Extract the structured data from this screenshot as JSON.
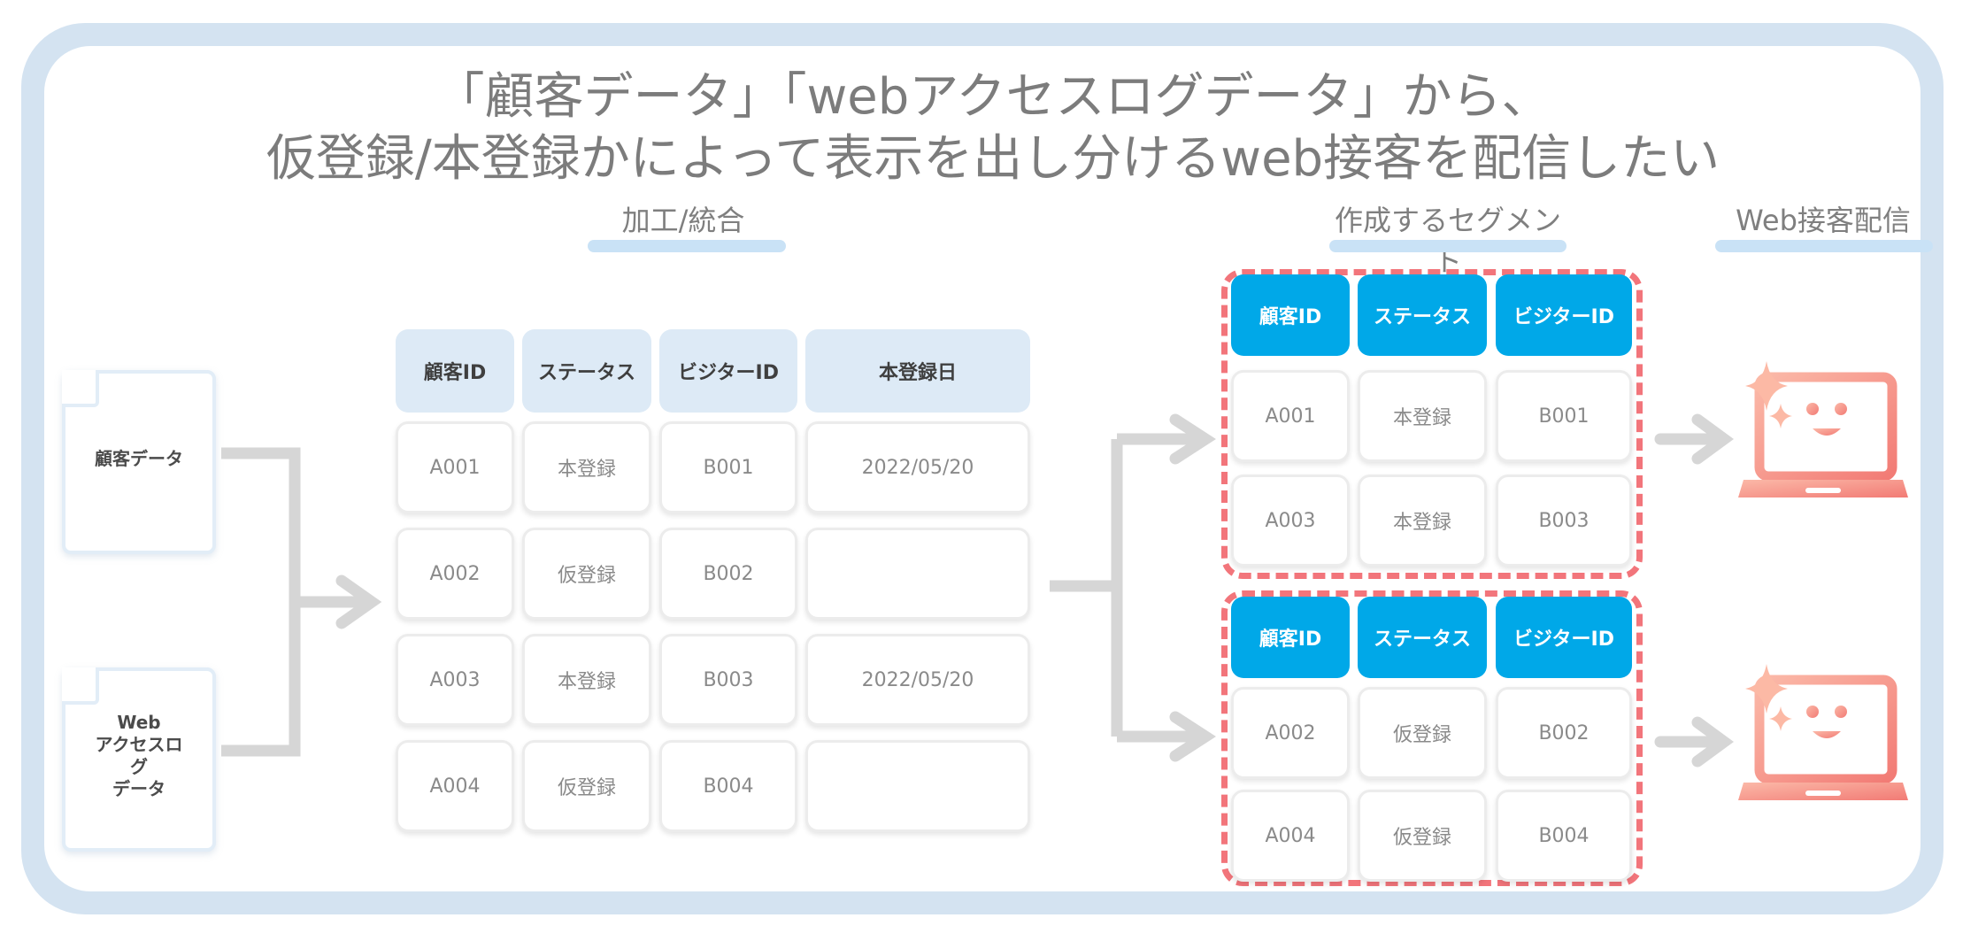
{
  "title_line1": "「顧客データ」「webアクセスログデータ」から、",
  "title_line2": "仮登録/本登録かによって表示を出し分けるweb接客を配信したい",
  "sections": {
    "process": "加工/統合",
    "segments": "作成するセグメント",
    "delivery": "Web接客配信"
  },
  "sources": [
    {
      "lines": [
        "顧客データ"
      ]
    },
    {
      "lines": [
        "Web",
        "アクセスロ",
        "グ",
        "データ"
      ]
    }
  ],
  "merged_table": {
    "headers": [
      "顧客ID",
      "ステータス",
      "ビジターID",
      "本登録日"
    ],
    "rows": [
      [
        "A001",
        "本登録",
        "B001",
        "2022/05/20"
      ],
      [
        "A002",
        "仮登録",
        "B002",
        ""
      ],
      [
        "A003",
        "本登録",
        "B003",
        "2022/05/20"
      ],
      [
        "A004",
        "仮登録",
        "B004",
        ""
      ]
    ]
  },
  "segment_tables": [
    {
      "headers": [
        "顧客ID",
        "ステータス",
        "ビジターID"
      ],
      "rows": [
        [
          "A001",
          "本登録",
          "B001"
        ],
        [
          "A003",
          "本登録",
          "B003"
        ]
      ]
    },
    {
      "headers": [
        "顧客ID",
        "ステータス",
        "ビジターID"
      ],
      "rows": [
        [
          "A002",
          "仮登録",
          "B002"
        ],
        [
          "A004",
          "仮登録",
          "B004"
        ]
      ]
    }
  ],
  "icons": {
    "laptop": "laptop-smile-icon",
    "sparkle": "sparkle-icon",
    "document": "document-icon",
    "arrow": "arrow-right-icon"
  },
  "colors": {
    "frame": "#d4e3f1",
    "header_light": "#ddeaf6",
    "header_blue": "#00a8e8",
    "dashed_border": "#f2757b",
    "connector": "#d6d6d6",
    "laptop": "#f69286"
  }
}
